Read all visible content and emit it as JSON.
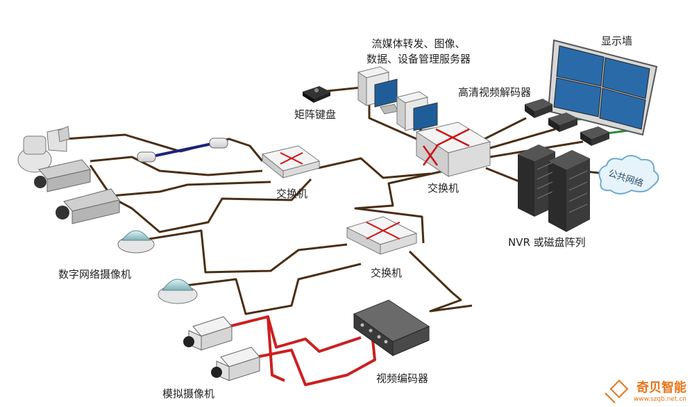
{
  "labels": {
    "server": "流媒体转发、图像、\n数据、设备管理服务器",
    "matrix_keyboard": "矩阵键盘",
    "display_wall": "显示墙",
    "hd_decoder": "高清视频解码器",
    "switch_left": "交换机",
    "switch_core": "交换机",
    "switch_bottom": "交换机",
    "nvr": "NVR 或磁盘阵列",
    "public_network": "公共网络",
    "ip_cameras": "数字网络摄像机",
    "analog_cameras": "模拟摄像机",
    "video_encoder": "视频编码器"
  },
  "brand": {
    "name": "奇贝智能",
    "url": "www.szqb.net.cn"
  },
  "colors": {
    "network_cable": "#4a2e14",
    "analog_cable": "#cc1f1f",
    "fiber": "#1a237e",
    "display_screen": "#2a6aa8",
    "device_body": "#e6e6e6",
    "arrow": "#cc1010",
    "brand": "#e87417"
  }
}
